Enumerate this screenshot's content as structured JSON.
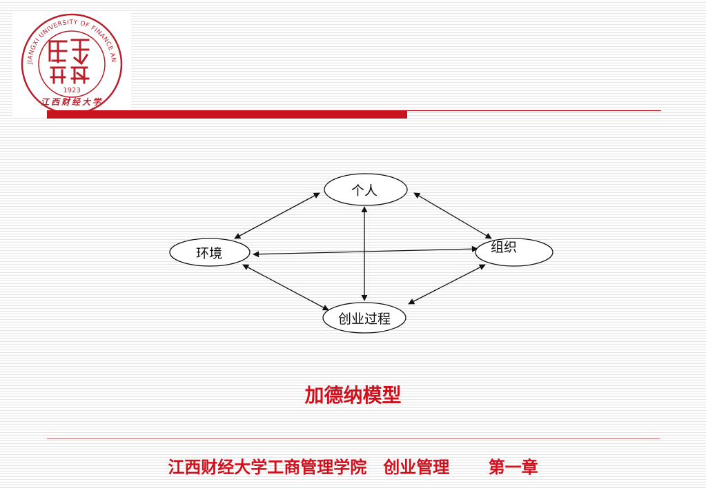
{
  "logo": {
    "ring_text": "JIANGXI UNIVERSITY OF FINANCE AND ECONOMICS",
    "year": "1923",
    "seal_chars": "江西财经大学",
    "bottom_text": "江西财经大学",
    "color": "#b5202b"
  },
  "diagram": {
    "nodes": {
      "individual": "个人",
      "organization": "组织",
      "environment": "环境",
      "process": "创业过程"
    }
  },
  "caption": "加德纳模型",
  "footer": "江西财经大学工商管理学院　创业管理　 　第一章",
  "colors": {
    "accent": "#d0101c",
    "rule": "#c8141e"
  }
}
